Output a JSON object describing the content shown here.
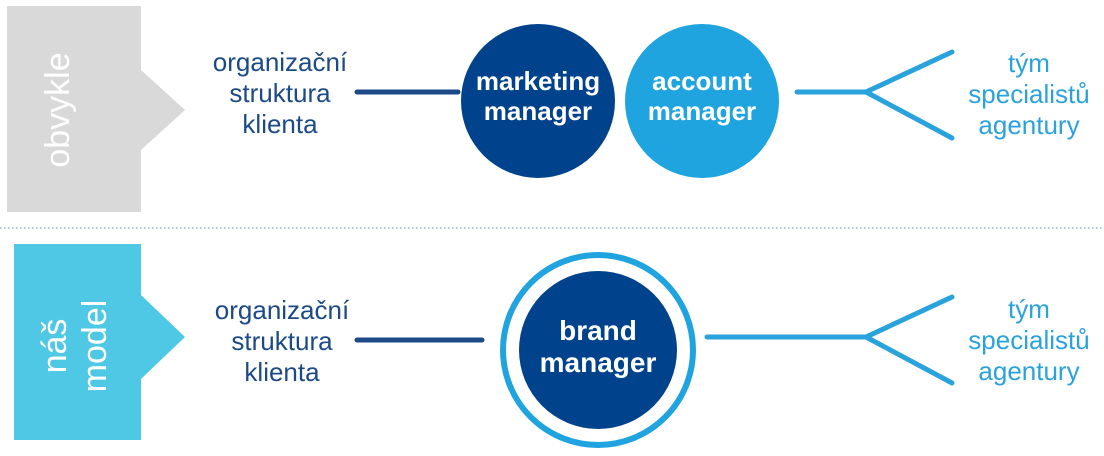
{
  "colors": {
    "gray_tag": "#d9d9d9",
    "cyan_tag": "#4fc8e6",
    "dark_blue": "#00428b",
    "light_blue": "#1fa4df",
    "line_dark": "#1b4a86",
    "line_light": "#2aa2dc"
  },
  "top": {
    "tag": [
      "obvykle"
    ],
    "client": [
      "organizační",
      "struktura",
      "klienta"
    ],
    "node_left": [
      "marketing",
      "manager"
    ],
    "node_right": [
      "account",
      "manager"
    ],
    "team": [
      "tým",
      "specialistů",
      "agentury"
    ]
  },
  "bottom": {
    "tag": [
      "náš",
      "model"
    ],
    "client": [
      "organizační",
      "struktura",
      "klienta"
    ],
    "node": [
      "brand",
      "manager"
    ],
    "team": [
      "tým",
      "specialistů",
      "agentury"
    ]
  }
}
